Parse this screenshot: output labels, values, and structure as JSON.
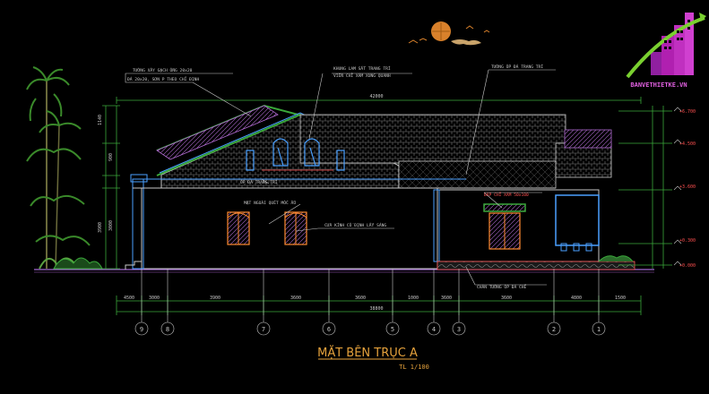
{
  "drawing": {
    "title": "MẶT BÊN TRỤC A",
    "scale": "TL 1/100",
    "annotations": {
      "roof_tile": "TƯỜNG XÂY GẠCH ỐNG 20x20",
      "roof_tile_2": "ĐÁ 20x20, SƠN P THEO CHỈ ĐỊNH",
      "frame_vent": "KHUNG LAM SẮT TRANG TRÍ",
      "frame_vent_2": "VIỀN CHỈ XÁM XUNG QUANH",
      "wall_stone": "TƯỜNG ỐP ĐÁ TRANG TRÍ",
      "stone_clad": "ỐP ĐÁ TRANG TRÍ",
      "plaster": "MẶT NGOÀI QUÉT MỐC ẨU",
      "glass_door": "CỬA KÍNH CỐ ĐỊNH LẤY SÁNG",
      "cornice": "ĐẮP CHỈ XÁM 50x100",
      "base": "CHÂN TƯỜNG ỐP ĐÁ CHẺ"
    },
    "axes": [
      "9",
      "8",
      "7",
      "6",
      "5",
      "4",
      "3",
      "2",
      "1"
    ],
    "top_dim": "42000",
    "bottom_dim": "38800",
    "bottom_segments": [
      "4500",
      "3000",
      "3900",
      "3600",
      "3600",
      "1000",
      "3600",
      "3600",
      "4800",
      "1500"
    ],
    "left_dims": [
      "1140",
      "3900",
      "900",
      "3000"
    ],
    "right_dims": [
      "+0.000",
      "+0.300",
      "+3.600",
      "+4.500",
      "+6.700"
    ],
    "logo_text": "BANVETHIETKE.VN"
  }
}
